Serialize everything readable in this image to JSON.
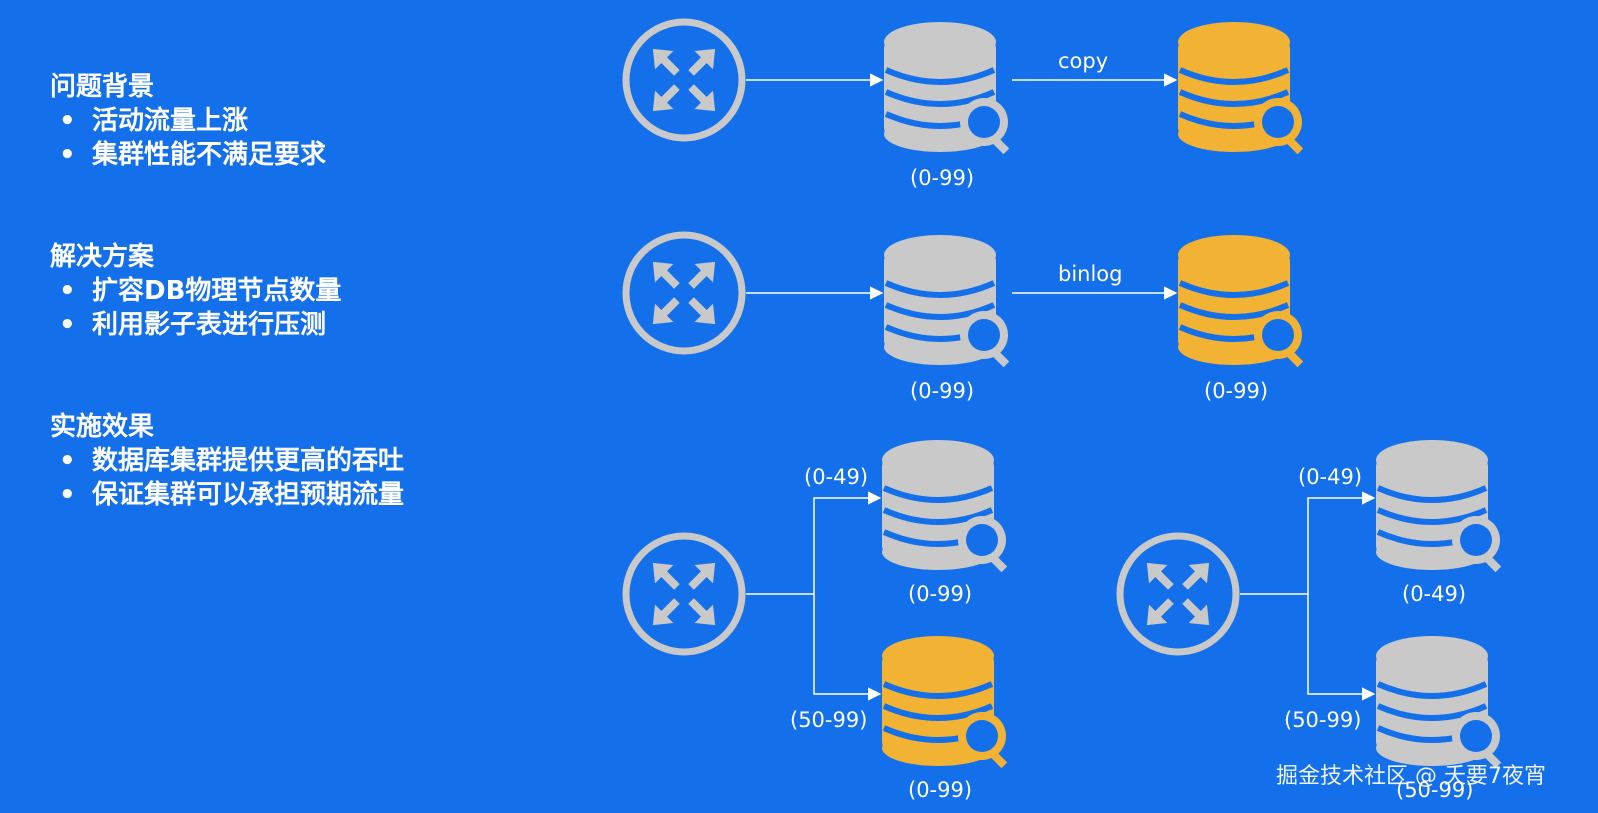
{
  "sections": [
    {
      "heading": "问题背景",
      "bullets": [
        "活动流量上涨",
        "集群性能不满足要求"
      ]
    },
    {
      "heading": "解决方案",
      "bullets": [
        "扩容DB物理节点数量",
        "利用影子表进行压测"
      ]
    },
    {
      "heading": "实施效果",
      "bullets": [
        "数据库集群提供更高的吞吐",
        "保证集群可以承担预期流量"
      ]
    }
  ],
  "bullet_glyph": "•",
  "diagram": {
    "row1": {
      "arrow_label": "copy",
      "src_range": "(0-99)"
    },
    "row2": {
      "arrow_label": "binlog",
      "src_range": "(0-99)",
      "dst_range": "(0-99)"
    },
    "row3a": {
      "top_branch": "(0-49)",
      "bottom_branch": "(50-99)",
      "top_range": "(0-99)",
      "bottom_range": "(0-99)"
    },
    "row3b": {
      "top_branch": "(0-49)",
      "bottom_branch": "(50-99)",
      "top_range": "(0-49)",
      "bottom_range": "(50-99)"
    }
  },
  "colors": {
    "background": "#1470ea",
    "gray_db": "#c9c9c9",
    "gold_db": "#f2b233",
    "line": "#ffffff"
  },
  "watermark": "掘金技术社区 @ 夭要7夜宵"
}
